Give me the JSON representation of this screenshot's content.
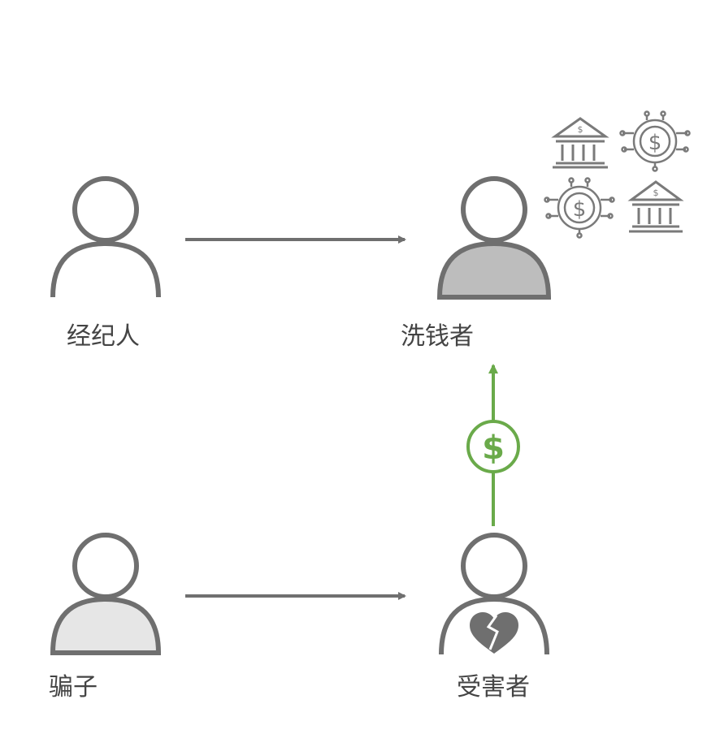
{
  "nodes": {
    "broker": {
      "label": "经纪人"
    },
    "launderer": {
      "label": "洗钱者"
    },
    "scammer": {
      "label": "骗子"
    },
    "victim": {
      "label": "受害者"
    }
  },
  "icons": {
    "money": "dollar-circle-icon",
    "bank": "bank-icon",
    "coin": "dollar-coin-circuit-icon",
    "victim_mark": "broken-heart-icon"
  },
  "colors": {
    "outline": "#6f6f6f",
    "launderer_fill": "#bdbdbd",
    "scammer_fill": "#e6e6e6",
    "money_flow": "#6aaa4a",
    "arrow": "#6f6f6f"
  }
}
